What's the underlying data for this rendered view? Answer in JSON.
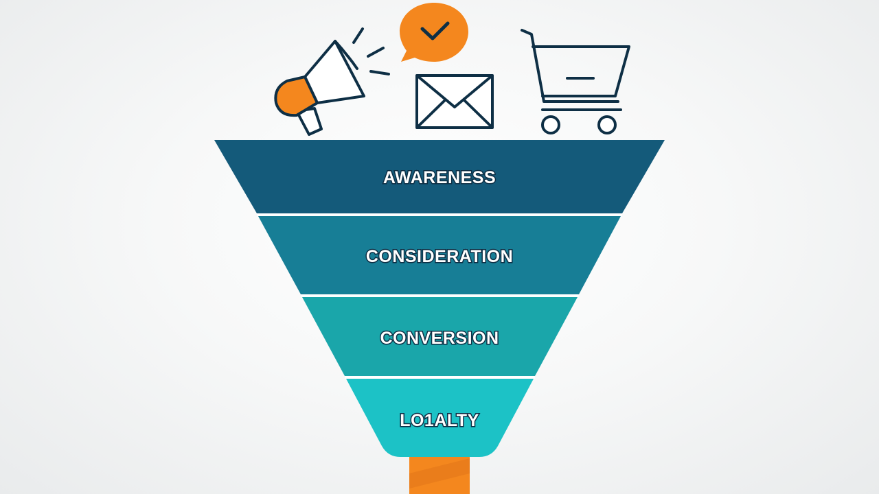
{
  "funnel": {
    "stages": [
      {
        "label": "AWARENESS",
        "color": "#145a7a"
      },
      {
        "label": "CONSIDERATION",
        "color": "#177e96"
      },
      {
        "label": "CONVERSION",
        "color": "#1aa6aa"
      },
      {
        "label": "LO1ALTY",
        "color": "#1cc2c6"
      }
    ],
    "spout_color": "#f4871e",
    "divider_color": "#ffffff"
  },
  "icons": [
    {
      "name": "megaphone-icon",
      "color": "#f4871e",
      "outline": "#0e2f45"
    },
    {
      "name": "chat-check-icon",
      "color": "#f4871e",
      "outline": "#0e2f45"
    },
    {
      "name": "envelope-icon",
      "outline": "#0e2f45"
    },
    {
      "name": "shopping-cart-icon",
      "outline": "#0e2f45"
    }
  ]
}
